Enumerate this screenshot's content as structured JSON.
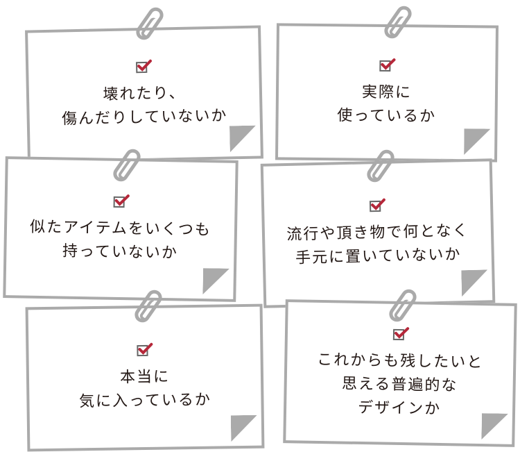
{
  "accent_color": "#b5283a",
  "notes": [
    {
      "text": "壊れたり、\n傷んだりしていないか",
      "icon": "checkbox-checked-icon"
    },
    {
      "text": "実際に\n使っているか",
      "icon": "checkbox-checked-icon"
    },
    {
      "text": "似たアイテムをいくつも\n持っていないか",
      "icon": "checkbox-checked-icon"
    },
    {
      "text": "流行や頂き物で何となく\n手元に置いていないか",
      "icon": "checkbox-checked-icon"
    },
    {
      "text": "本当に\n気に入っているか",
      "icon": "checkbox-checked-icon"
    },
    {
      "text": "これからも残したいと\n思える普遍的な\nデザインか",
      "icon": "checkbox-checked-icon"
    }
  ]
}
